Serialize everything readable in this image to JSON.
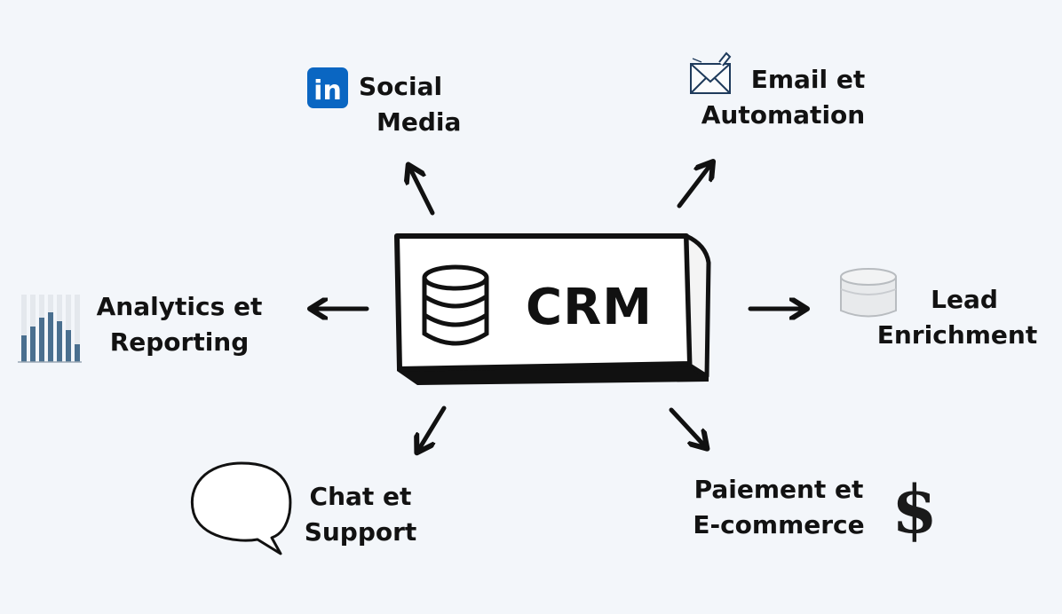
{
  "center": {
    "label": "CRM"
  },
  "nodes": {
    "social_media": {
      "line1": "Social",
      "line2": "Media",
      "icon": "linkedin-icon"
    },
    "email_automation": {
      "line1": "Email et",
      "line2": "Automation",
      "icon": "envelope-icon"
    },
    "lead_enrichment": {
      "line1": "Lead",
      "line2": "Enrichment",
      "icon": "database-cylinder-icon"
    },
    "payment_ecommerce": {
      "line1": "Paiement et",
      "line2": "E-commerce",
      "icon": "dollar-sign-icon"
    },
    "chat_support": {
      "line1": "Chat et",
      "line2": "Support",
      "icon": "speech-bubble-icon"
    },
    "analytics_reporting": {
      "line1": "Analytics et",
      "line2": "Reporting",
      "icon": "bar-chart-icon"
    }
  },
  "linkedin_badge": "in",
  "dollar_glyph": "$",
  "colors": {
    "background": "#f3f6fa",
    "ink": "#111111",
    "linkedin": "#0a66c2",
    "chart_bar": "#4a6f8f"
  }
}
